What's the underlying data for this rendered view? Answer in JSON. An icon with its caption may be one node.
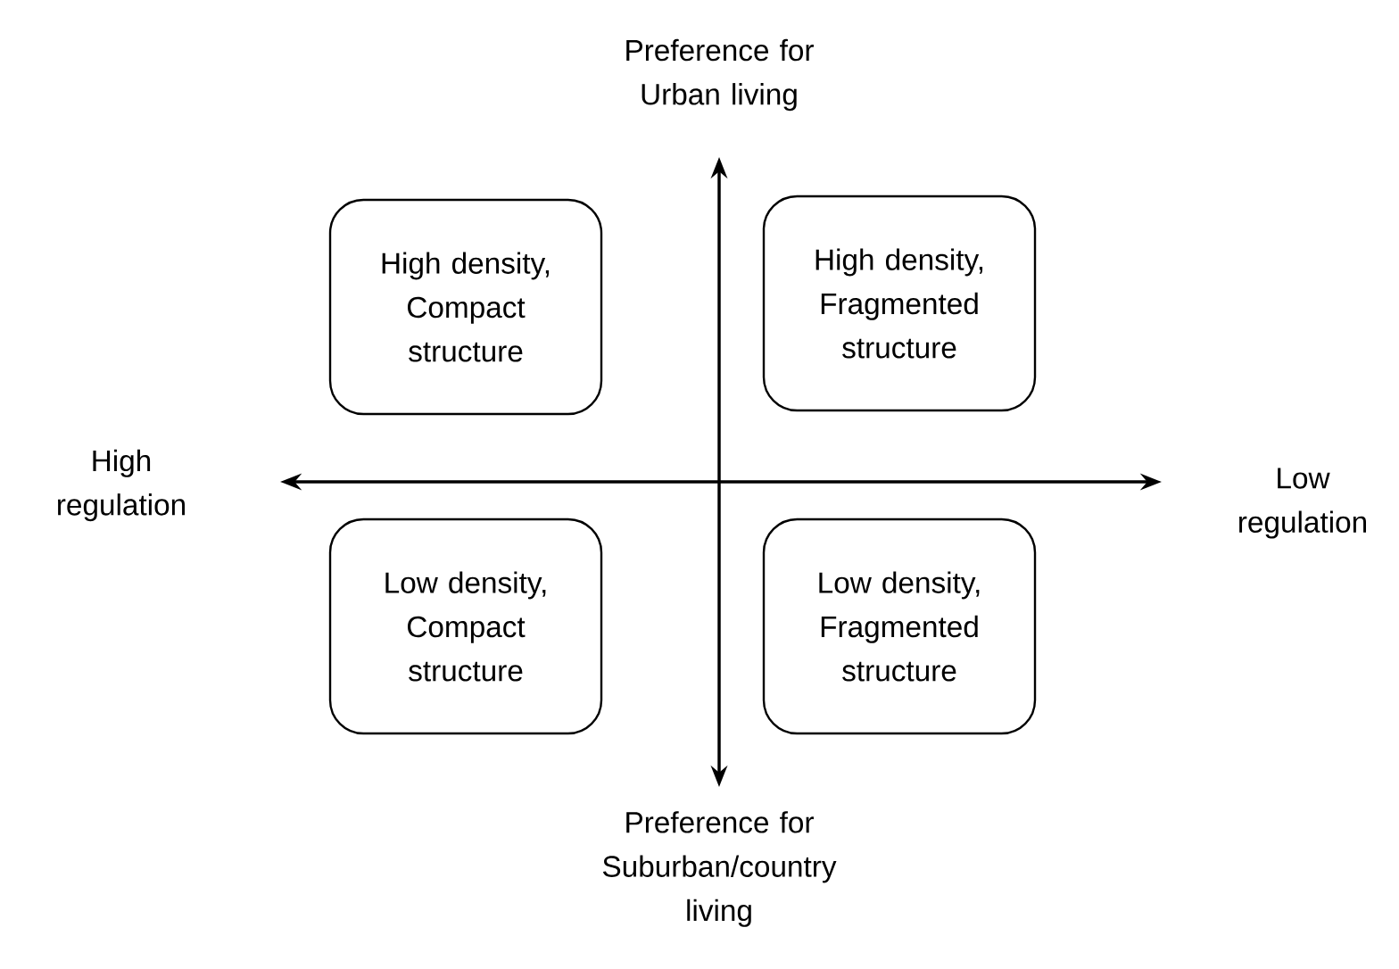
{
  "diagram": {
    "nodes": [
      {
        "text": [
          "High density, Compact structure"
        ]
      },
      {
        "text": [
          "High density, Fragmented structure"
        ]
      },
      {
        "text": [
          "Low density, Compact structure"
        ]
      },
      {
        "text": [
          "Low density, Fragmented structure"
        ]
      }
    ],
    "labels": [
      "Preference for Urban living",
      "High regulation",
      "Low regulation",
      "Preference for Suburban/country living"
    ]
  }
}
